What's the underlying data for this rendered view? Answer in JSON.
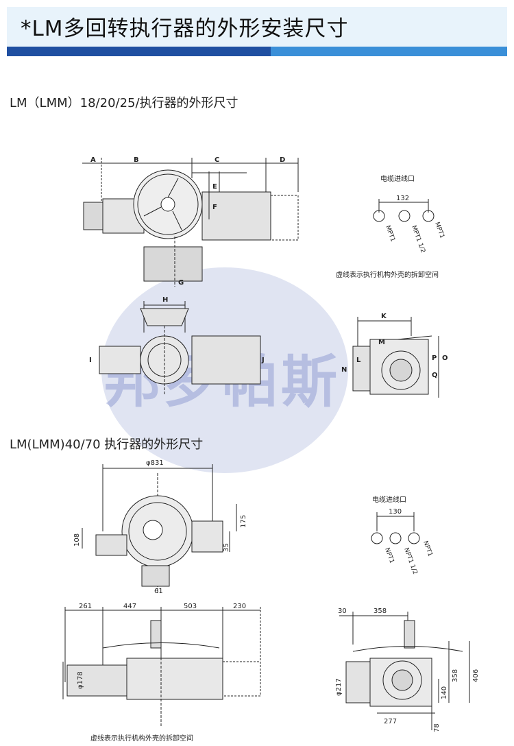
{
  "header": {
    "title": "*LM多回转执行器的外形安装尺寸"
  },
  "section1": {
    "title": "LM（LMM）18/20/25/执行器的外形尺寸",
    "dim_letters": {
      "A": "A",
      "B": "B",
      "C": "C",
      "D": "D",
      "E": "E",
      "F": "F",
      "G": "G",
      "H": "H",
      "I": "I",
      "J": "J",
      "K": "K",
      "L": "L",
      "M": "M",
      "N": "N",
      "O": "O",
      "P": "P",
      "Q": "Q"
    },
    "cable_label": "电缆进线口",
    "cable_spacing": "132",
    "cable_ports": [
      "MPT1",
      "MPT1 1/2",
      "MPT1"
    ],
    "note": "虚线表示执行机构外壳的拆卸空间"
  },
  "section2": {
    "title": "LM(LMM)40/70 执行器的外形尺寸",
    "top_view": {
      "diameter": "φ831",
      "d175": "175",
      "d108": "108",
      "d35": "35",
      "d61": "61"
    },
    "cable_label": "电缆进线口",
    "cable_spacing": "130",
    "cable_ports": [
      "NPT1",
      "NPT1 1/2",
      "NPT1"
    ],
    "front_view": {
      "d261": "261",
      "d447": "447",
      "d503": "503",
      "d230": "230",
      "d178": "φ178"
    },
    "side_view": {
      "d30": "30",
      "d358": "358",
      "d217": "φ217",
      "d358v": "358",
      "d406": "406",
      "d140": "140",
      "d277": "277",
      "d78": "78"
    },
    "note": "虚线表示执行机构外壳的拆卸空间"
  },
  "watermark": {
    "text": "邦罗帕斯"
  }
}
